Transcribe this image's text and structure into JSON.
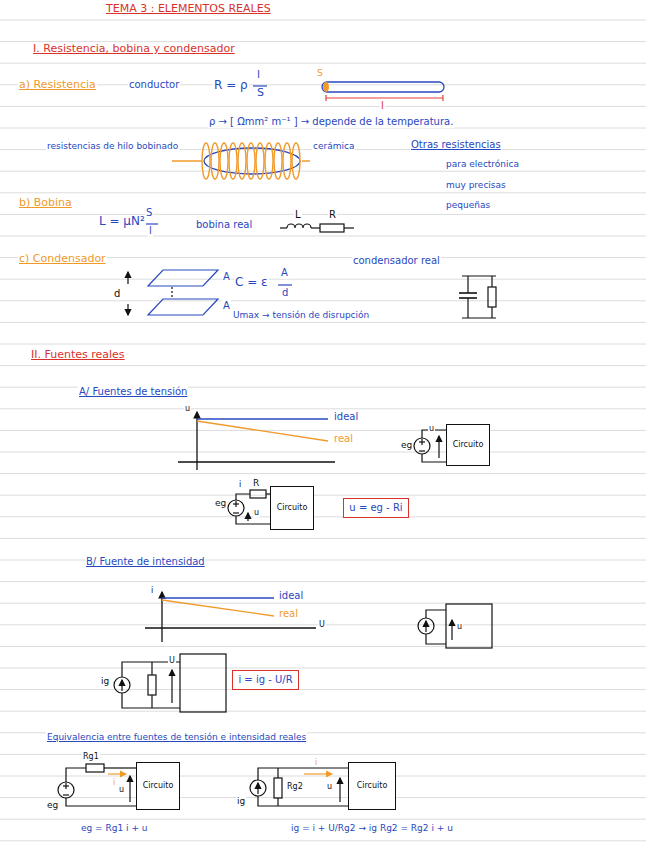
{
  "diagram": {
    "title": "TEMA 3 : ELEMENTOS REALES",
    "nodes": [
      {
        "text": [
          "Circuito"
        ]
      },
      {
        "text": [
          "Circuito"
        ]
      },
      {
        "text": [
          "u = eg - Ri"
        ]
      },
      {
        "text": [
          "i = ig - U/R"
        ]
      },
      {
        "text": [
          "Circuito"
        ]
      },
      {
        "text": [
          "Circuito"
        ]
      }
    ],
    "labels": [
      "I. Resistencia, bobina y condensador",
      "a) Resistencia",
      "conductor",
      "R = ρ",
      "l",
      "S",
      "S",
      "l",
      "ρ → [ Ωmm² m⁻¹ ] → depende de la temperatura.",
      "resistencias de hilo bobinado",
      "cerámica",
      "Otras resistencias",
      "para electrónica",
      "muy precisas",
      "pequeñas",
      "b) Bobina",
      "L = μN²",
      "S",
      "l",
      "bobina real",
      "L",
      "R",
      "c) Condensador",
      "condensador real",
      "A",
      "A",
      "d",
      "C = ε",
      "A",
      "d",
      "Umax → tensión de disrupción",
      "II. Fuentes reales",
      "A/ Fuentes de tensión",
      "u",
      "ideal",
      "real",
      "eg",
      "u",
      "i",
      "R",
      "eg",
      "u",
      "B/ Fuente de intensidad",
      "i",
      "ideal",
      "real",
      "U",
      "u",
      "U",
      "ig",
      "Equivalencia entre fuentes de tensión e intensidad reales",
      "Rg1",
      "i",
      "u",
      "eg",
      "ig",
      "Rg2",
      "i",
      "u",
      "eg = Rg1 i + u",
      "ig = i + U/Rg2 → ig Rg2 = Rg2 i + u"
    ]
  }
}
